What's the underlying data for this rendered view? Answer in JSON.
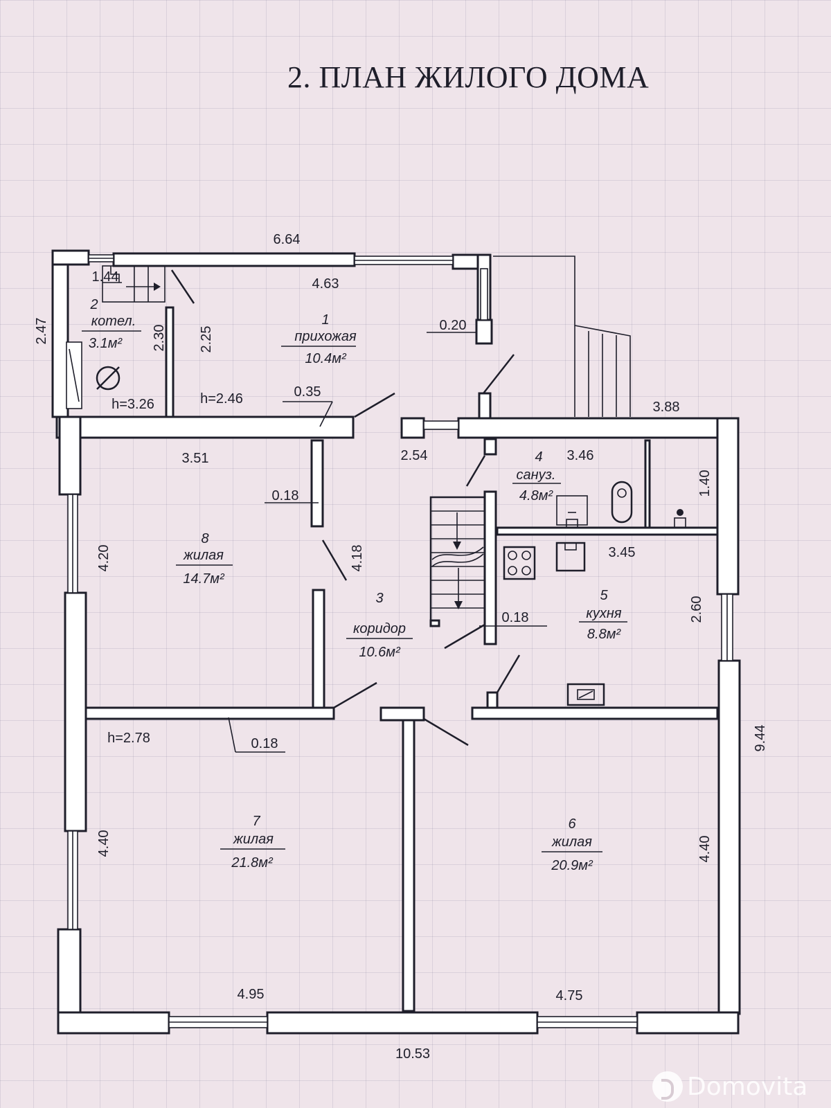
{
  "title": "2. ПЛАН ЖИЛОГО ДОМА",
  "rooms": [
    {
      "num": "1",
      "name": "прихожая",
      "area": "10.4м²"
    },
    {
      "num": "2",
      "name": "котел.",
      "area": "3.1м²"
    },
    {
      "num": "3",
      "name": "коридор",
      "area": "10.6м²"
    },
    {
      "num": "4",
      "name": "сануз.",
      "area": "4.8м²"
    },
    {
      "num": "5",
      "name": "кухня",
      "area": "8.8м²"
    },
    {
      "num": "6",
      "name": "жилая",
      "area": "20.9м²"
    },
    {
      "num": "7",
      "name": "жилая",
      "area": "21.8м²"
    },
    {
      "num": "8",
      "name": "жилая",
      "area": "14.7м²"
    }
  ],
  "dimensions": {
    "top_total": "6.64",
    "hall_width": "4.63",
    "boiler_width": "1.44",
    "left_top": "2.47",
    "boiler_depth": "2.30",
    "hall_depth": "2.25",
    "wall_020": "0.20",
    "wall_035": "0.35",
    "right_step": "3.88",
    "room8_width": "3.51",
    "corridor_width": "2.54",
    "bath_width": "3.46",
    "bath_depth": "1.40",
    "wall_018_a": "0.18",
    "room8_depth_left": "4.20",
    "room8_depth_right": "4.18",
    "kitchen_width": "3.45",
    "wall_018_b": "0.18",
    "kitchen_depth": "2.60",
    "wall_018_c": "0.18",
    "right_total": "9.44",
    "room7_depth": "4.40",
    "room6_depth": "4.40",
    "room7_width": "4.95",
    "room6_width": "4.75",
    "bottom_total": "10.53"
  },
  "heights": {
    "boiler": "h=3.26",
    "hall": "h=2.46",
    "room7": "h=2.78"
  },
  "watermark": "Domovita"
}
